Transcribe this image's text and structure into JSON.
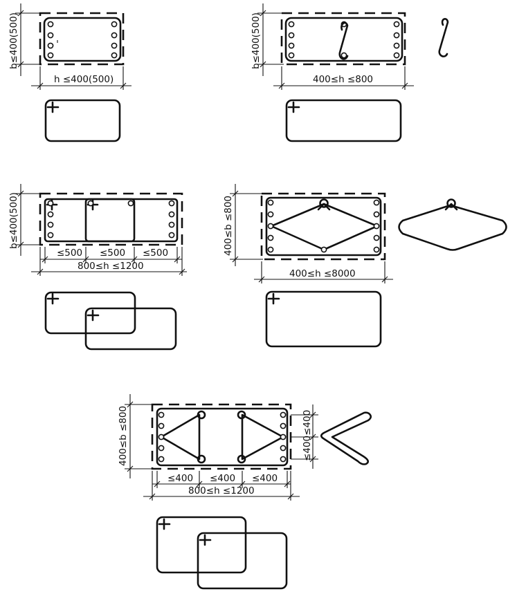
{
  "figures": [
    {
      "id": "a",
      "dim_b": "b≤400(500)",
      "dim_h": "h ≤400(500)"
    },
    {
      "id": "b",
      "dim_b": "b≤400(500)",
      "dim_h": "400≤h ≤800"
    },
    {
      "id": "c",
      "dim_b": "b≤400(500)",
      "dim_segments": [
        "≤500",
        "≤500",
        "≤500"
      ],
      "dim_h": "800≤h ≤1200"
    },
    {
      "id": "d",
      "dim_b": "400≤b ≤800",
      "dim_h": "400≤h ≤8000"
    },
    {
      "id": "e",
      "dim_b": "400≤b ≤800",
      "dim_right": "≤400≤400",
      "dim_segments": [
        "≤400",
        "≤400",
        "≤400"
      ],
      "dim_h": "800≤h ≤1200"
    }
  ]
}
